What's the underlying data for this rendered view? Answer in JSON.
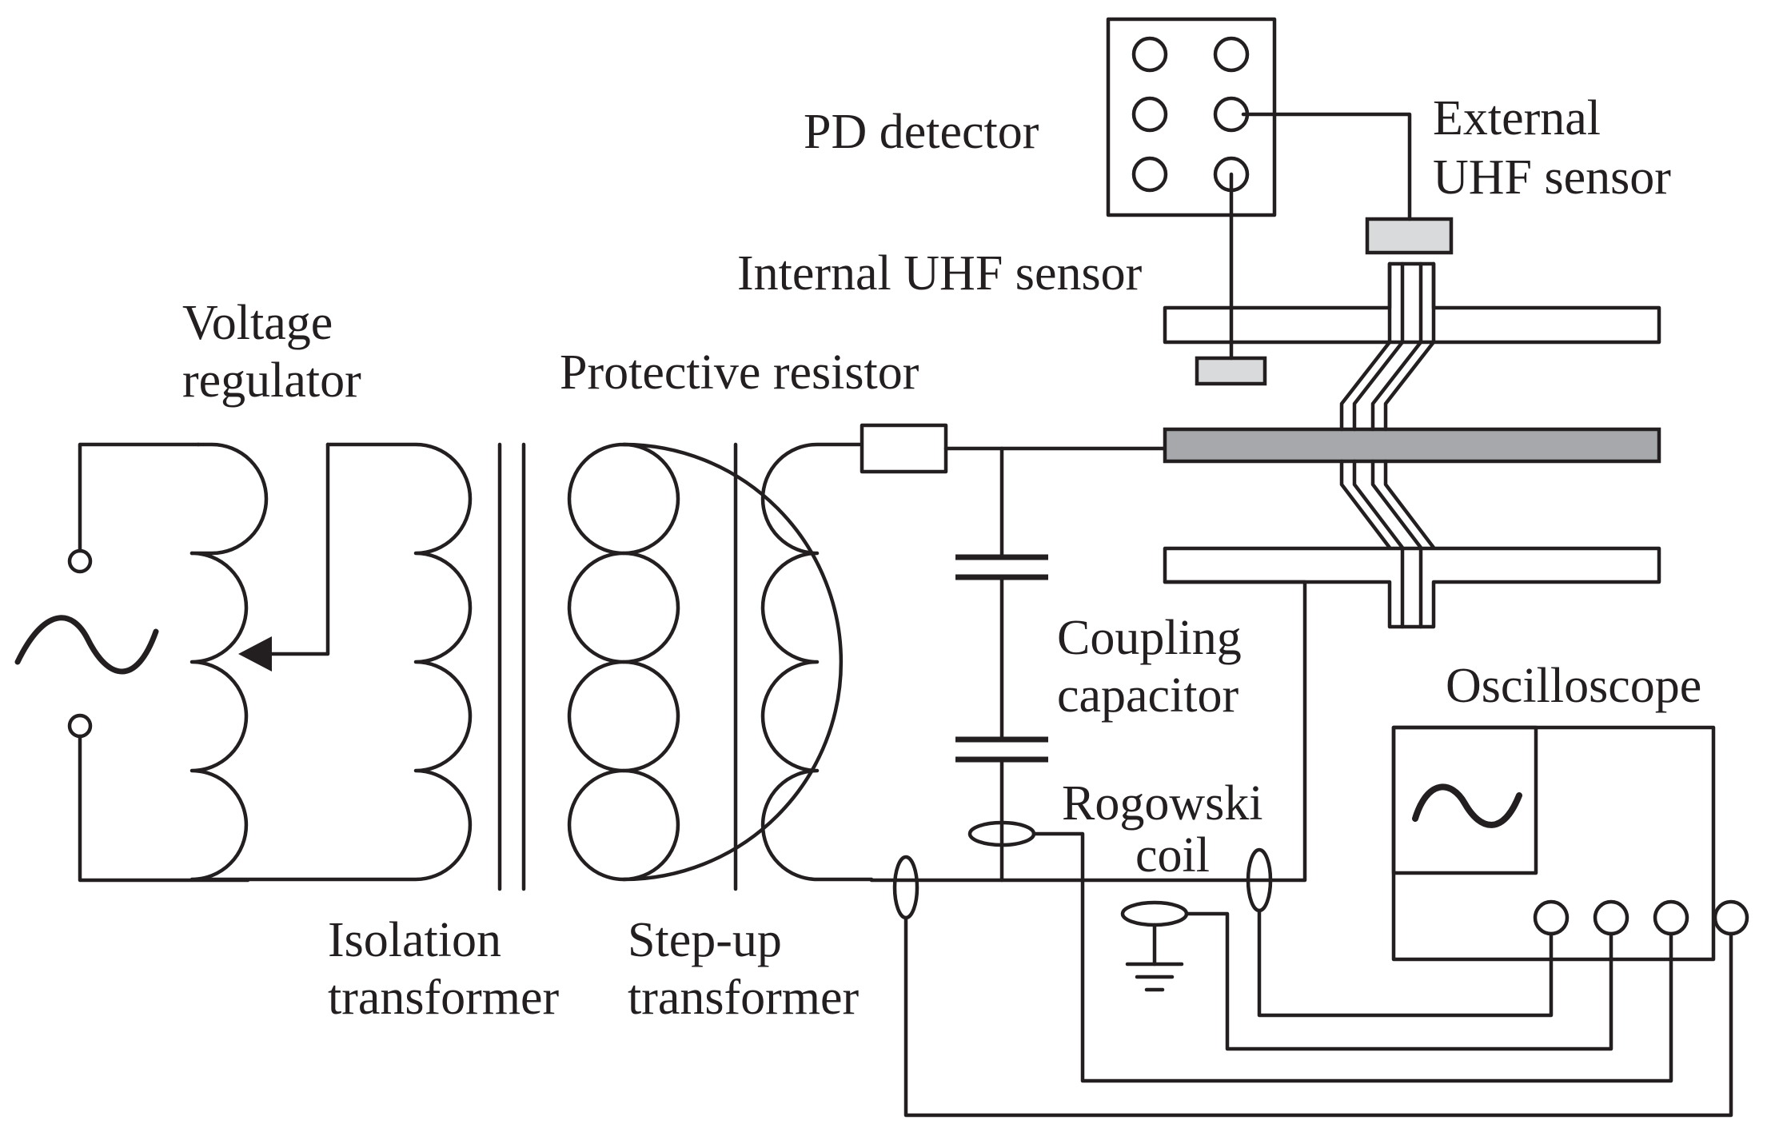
{
  "labels": {
    "voltage_regulator": [
      "Voltage",
      "regulator"
    ],
    "protective_resistor": "Protective resistor",
    "pd_detector": "PD detector",
    "external_uhf_sensor": [
      "External",
      "UHF sensor"
    ],
    "internal_uhf_sensor": "Internal UHF sensor",
    "coupling_capacitor": [
      "Coupling",
      "capacitor"
    ],
    "oscilloscope": "Oscilloscope",
    "rogowski_coil": [
      "Rogowski",
      "coil"
    ],
    "isolation_transformer": [
      "Isolation",
      "transformer"
    ],
    "step_up_transformer": [
      "Step-up",
      "transformer"
    ]
  },
  "colors": {
    "line": "#231f20",
    "sensor_fill": "#d9dadb",
    "conductor_fill": "#a6a8ab",
    "background": "#ffffff"
  },
  "icons": {
    "ac_source": "sine-wave-icon",
    "ground": "ground-icon",
    "oscilloscope_screen": "sine-wave-icon"
  }
}
